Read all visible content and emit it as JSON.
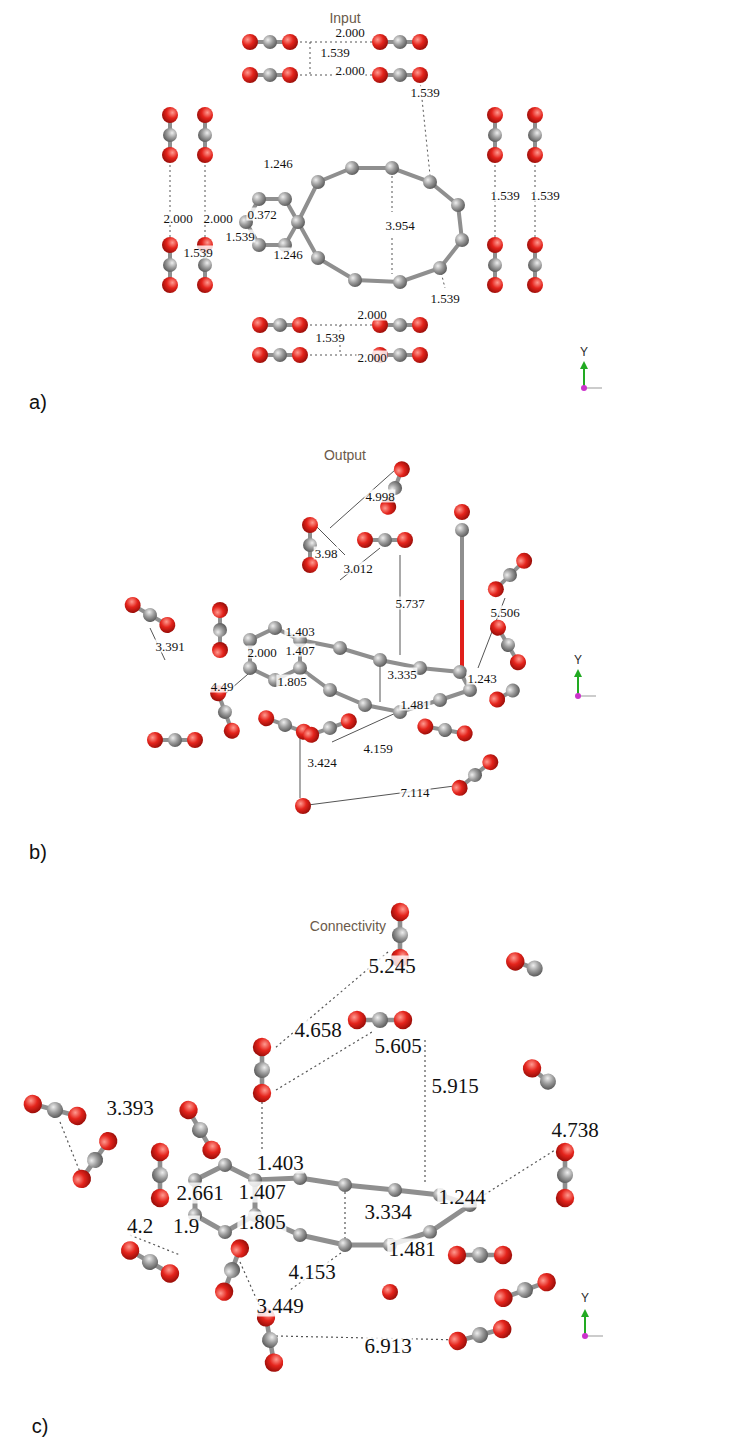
{
  "diagram": {
    "labels": [
      "Input",
      "2.000",
      "1.539",
      "2.000",
      "1.539",
      "1.246",
      "2.000",
      "2.000",
      "0.372",
      "1.539",
      "1.246",
      "3.954",
      "1.539",
      "1.539",
      "1.539",
      "1.539",
      "2.000",
      "1.539",
      "2.000",
      "Y",
      "a)",
      "Output",
      "4.998",
      "3.98",
      "3.012",
      "5.737",
      "5.506",
      "3.391",
      "1.403",
      "2.000",
      "1.407",
      "4.49",
      "1.805",
      "3.335",
      "1.243",
      "1.481",
      "4.159",
      "3.424",
      "7.114",
      "Y",
      "b)",
      "Connectivity",
      "5.245",
      "4.658",
      "5.605",
      "5.915",
      "3.393",
      "4.738",
      "1.403",
      "2.661",
      "1.407",
      "4.2",
      "1.9",
      "1.805",
      "3.334",
      "1.244",
      "1.481",
      "4.153",
      "3.449",
      "6.913",
      "Y",
      "c)"
    ]
  }
}
